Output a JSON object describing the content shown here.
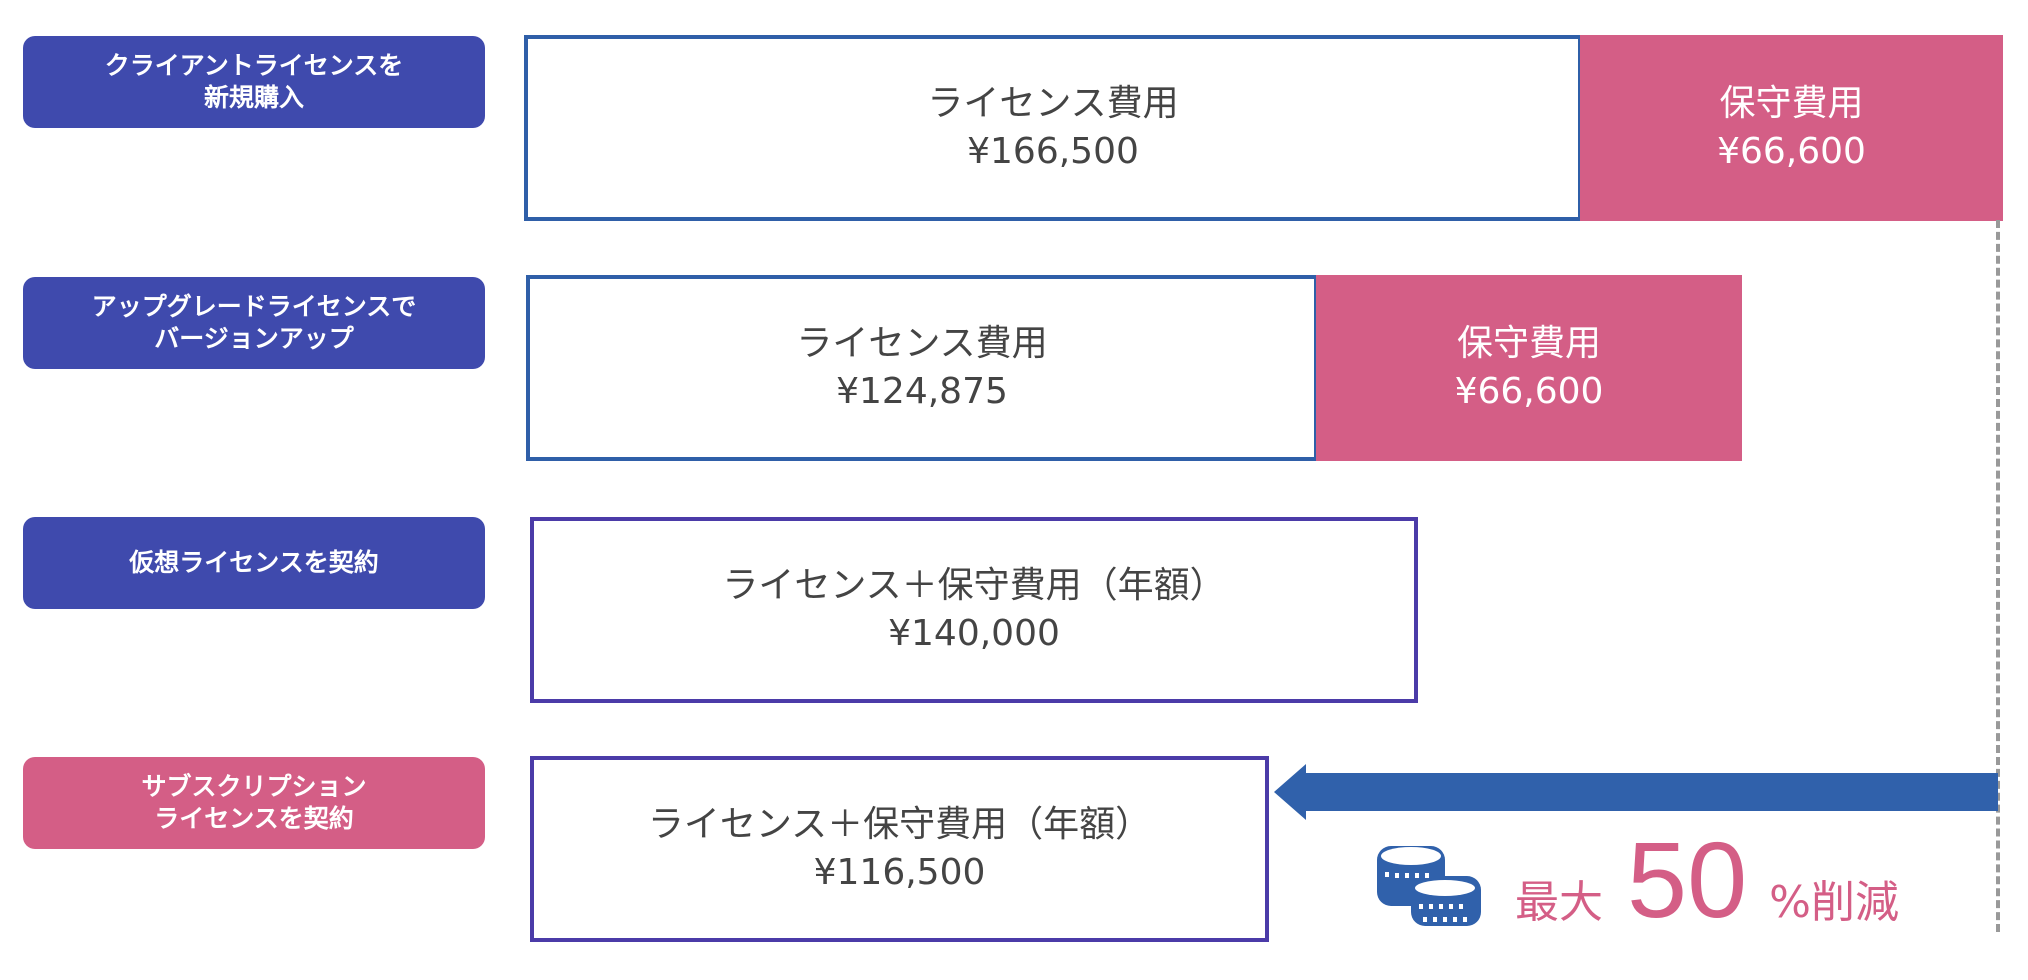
{
  "rows": [
    {
      "label_lines": [
        "クライアントライセンスを",
        "新規購入"
      ],
      "segments": [
        {
          "title": "ライセンス費用",
          "amount": "¥166,500"
        },
        {
          "title": "保守費用",
          "amount": "¥66,600"
        }
      ]
    },
    {
      "label_lines": [
        "アップグレードライセンスで",
        "バージョンアップ"
      ],
      "segments": [
        {
          "title": "ライセンス費用",
          "amount": "¥124,875"
        },
        {
          "title": "保守費用",
          "amount": "¥66,600"
        }
      ]
    },
    {
      "label_lines": [
        "仮想ライセンスを契約"
      ],
      "segments": [
        {
          "title": "ライセンス＋保守費用（年額）",
          "amount": "¥140,000"
        }
      ]
    },
    {
      "label_lines": [
        "サブスクリプション",
        "ライセンスを契約"
      ],
      "segments": [
        {
          "title": "ライセンス＋保守費用（年額）",
          "amount": "¥116,500"
        }
      ]
    }
  ],
  "savings": {
    "prefix": "最大",
    "value": "50",
    "suffix": "%削減"
  },
  "colors": {
    "label_blue": "#3F4AAD",
    "pink": "#D45E86",
    "border_blue": "#2F5FA8",
    "border_purple": "#4B3BA8",
    "arrow": "#3061AB"
  },
  "icons": [
    "coins-icon",
    "arrow-left-icon"
  ]
}
